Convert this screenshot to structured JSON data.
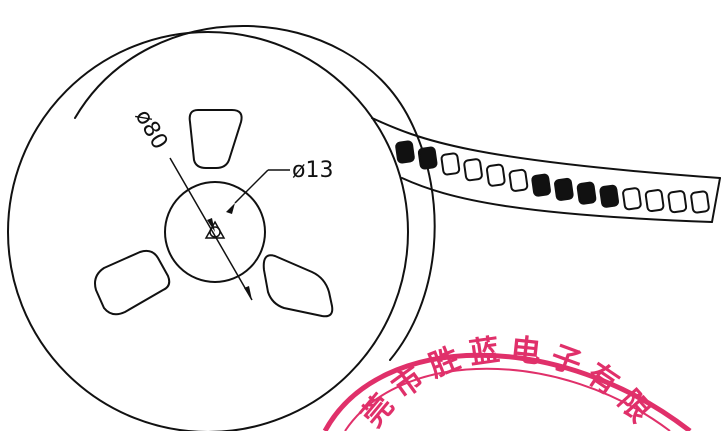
{
  "drawing": {
    "outer_diameter_label": "ø80",
    "hub_diameter_label": "ø13"
  },
  "stamp": {
    "chars": [
      "莞",
      "市",
      "胜",
      "蓝",
      "电",
      "子",
      "有",
      "限"
    ],
    "color": "#e0306a"
  },
  "colors": {
    "line": "#111111",
    "background": "#ffffff",
    "pocket_fill": "#111111"
  },
  "tape": {
    "pockets": [
      "filled",
      "filled",
      "empty",
      "empty",
      "empty",
      "empty",
      "filled",
      "filled",
      "filled",
      "filled",
      "empty",
      "empty",
      "empty",
      "empty"
    ]
  }
}
